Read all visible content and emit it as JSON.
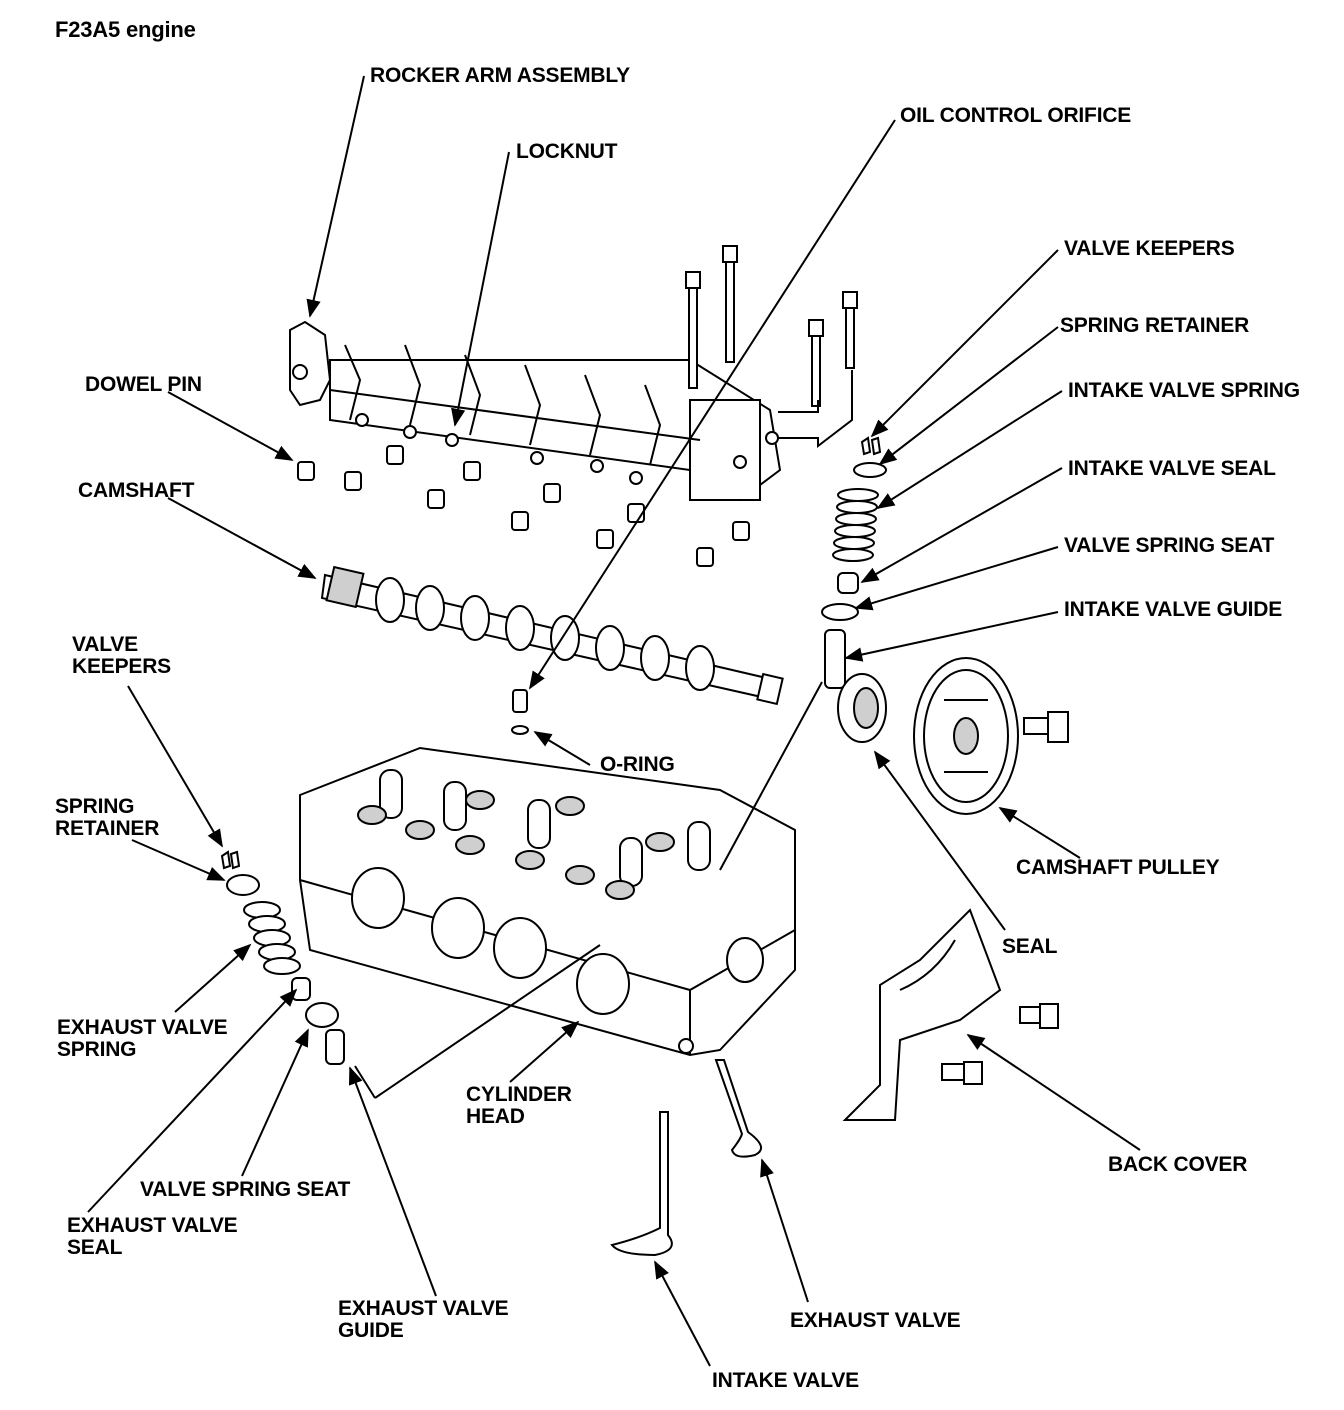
{
  "title": "F23A5 engine",
  "labels": {
    "rocker_arm_assembly": "ROCKER ARM ASSEMBLY",
    "locknut": "LOCKNUT",
    "oil_control_orifice": "OIL CONTROL ORIFICE",
    "dowel_pin": "DOWEL PIN",
    "camshaft": "CAMSHAFT",
    "valve_keepers_right": "VALVE KEEPERS",
    "spring_retainer_right": "SPRING RETAINER",
    "intake_valve_spring": "INTAKE VALVE SPRING",
    "intake_valve_seal": "INTAKE VALVE SEAL",
    "valve_spring_seat_right": "VALVE SPRING SEAT",
    "intake_valve_guide": "INTAKE VALVE GUIDE",
    "valve_keepers_left": "VALVE\nKEEPERS",
    "o_ring": "O-RING",
    "spring_retainer_left": "SPRING\nRETAINER",
    "camshaft_pulley": "CAMSHAFT PULLEY",
    "seal": "SEAL",
    "exhaust_valve_spring": "EXHAUST VALVE\nSPRING",
    "cylinder_head": "CYLINDER\nHEAD",
    "back_cover": "BACK COVER",
    "valve_spring_seat_left": "VALVE SPRING SEAT",
    "exhaust_valve_seal": "EXHAUST VALVE\nSEAL",
    "exhaust_valve_guide": "EXHAUST VALVE\nGUIDE",
    "exhaust_valve": "EXHAUST VALVE",
    "intake_valve": "INTAKE VALVE"
  }
}
